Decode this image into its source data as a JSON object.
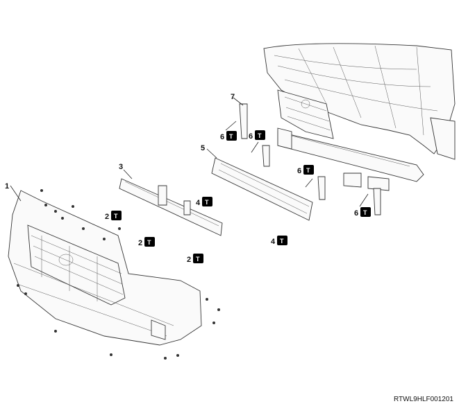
{
  "callouts": [
    {
      "id": "c1",
      "label": "1"
    },
    {
      "id": "c2a",
      "label": "2"
    },
    {
      "id": "c2b",
      "label": "2"
    },
    {
      "id": "c2c",
      "label": "2"
    },
    {
      "id": "c3",
      "label": "3"
    },
    {
      "id": "c4a",
      "label": "4"
    },
    {
      "id": "c4b",
      "label": "4"
    },
    {
      "id": "c5",
      "label": "5"
    },
    {
      "id": "c6a",
      "label": "6"
    },
    {
      "id": "c6b",
      "label": "6"
    },
    {
      "id": "c6c",
      "label": "6"
    },
    {
      "id": "c6d",
      "label": "6"
    },
    {
      "id": "c7",
      "label": "7"
    }
  ],
  "torque_symbol": "T",
  "figure_code": "RTWL9HLF001201"
}
